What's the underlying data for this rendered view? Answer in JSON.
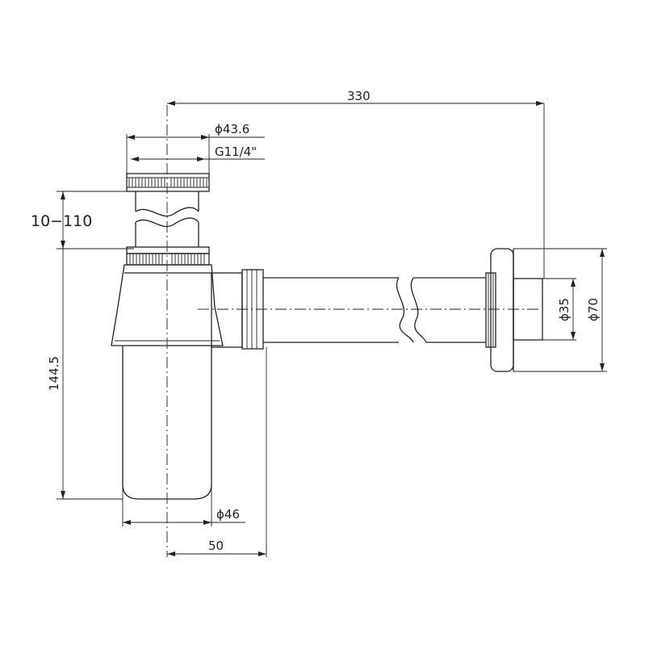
{
  "dimensions": {
    "overall_length": "330",
    "flange_diameter": "ϕ43.6",
    "thread": "G11/4\"",
    "height_adjust": "10−110",
    "trap_height": "144.5",
    "cup_diameter": "ϕ46",
    "outlet_offset": "50",
    "pipe_diameter": "ϕ35",
    "wall_flange_diameter": "ϕ70"
  }
}
